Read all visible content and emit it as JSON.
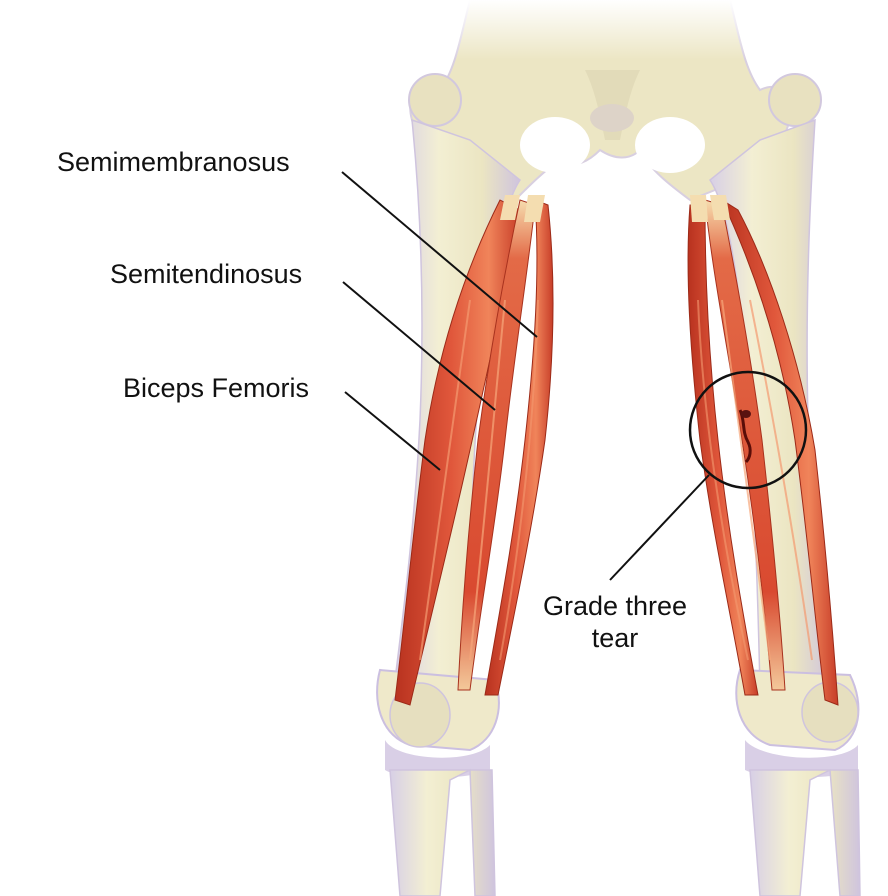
{
  "labels": {
    "semimembranosus": "Semimembranosus",
    "semitendinosus": "Semitendinosus",
    "biceps_femoris": "Biceps Femoris",
    "grade_three_tear_line1": "Grade three",
    "grade_three_tear_line2": "tear"
  },
  "colors": {
    "bone": "#ece7c6",
    "bone_shadow": "#cfc6e0",
    "muscle": "#d2452f",
    "muscle_light": "#f08a5a",
    "tendon": "#f6e2b8",
    "leader_line": "#111111"
  }
}
